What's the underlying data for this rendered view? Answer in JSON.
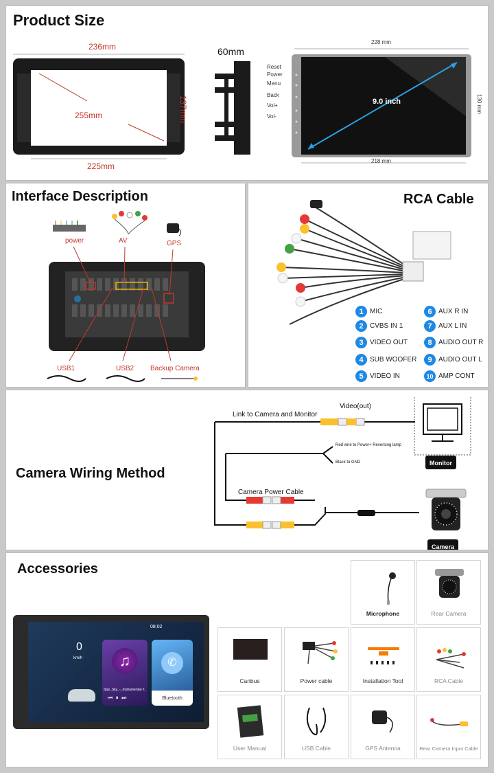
{
  "sections": {
    "product_size": {
      "title": "Product Size",
      "frame_width_top": "236mm",
      "frame_diag": "255mm",
      "frame_width_bottom": "225mm",
      "frame_height": "137mm",
      "depth": "60mm",
      "screen_width_top": "228 mm",
      "screen_width_bottom": "218 mm",
      "screen_height": "130 mm",
      "screen_diag": "9.0 inch",
      "side_buttons": [
        "Reset",
        "Power",
        "Menu",
        "Back",
        "Vol+",
        "Vol-"
      ]
    },
    "interface": {
      "title": "Interface Description",
      "labels": {
        "power": "power",
        "av": "AV",
        "gps": "GPS",
        "usb1": "USB1",
        "usb2": "USB2",
        "backup": "Backup Camera"
      }
    },
    "rca": {
      "title": "RCA Cable",
      "legend": [
        {
          "n": "1",
          "label": "MIC"
        },
        {
          "n": "2",
          "label": "CVBS IN 1"
        },
        {
          "n": "3",
          "label": "VIDEO OUT"
        },
        {
          "n": "4",
          "label": "SUB WOOFER"
        },
        {
          "n": "5",
          "label": "VIDEO IN"
        },
        {
          "n": "6",
          "label": "AUX R IN"
        },
        {
          "n": "7",
          "label": "AUX L IN"
        },
        {
          "n": "8",
          "label": "AUDIO OUT R"
        },
        {
          "n": "9",
          "label": "AUDIO OUT L"
        },
        {
          "n": "10",
          "label": "AMP CONT"
        }
      ]
    },
    "camera": {
      "title": "Camera Wiring Method",
      "video_out": "Video(out)",
      "link": "Link to Camera and Monitor",
      "red_wire": "Red wire to Power+ Reversing lamp",
      "black_wire": "Black to GND",
      "power_cable": "Camera Power Cable",
      "monitor": "Monitor",
      "camera": "Camera"
    },
    "accessories": {
      "title": "Accessories",
      "items": [
        {
          "label": "Microphone"
        },
        {
          "label": "Rear Camera"
        },
        {
          "label": "Canbus"
        },
        {
          "label": "Power cable"
        },
        {
          "label": "Installation Tool"
        },
        {
          "label": "RCA Cable"
        },
        {
          "label": "User Manual"
        },
        {
          "label": "USB Cable"
        },
        {
          "label": "GPS Antenna"
        },
        {
          "label": "Rear Camera Input Cable"
        }
      ],
      "device": {
        "time": "08:02",
        "speed": "0",
        "speed_unit": "km/h",
        "song": "Star_Sky_-_Instrumental-T...",
        "bluetooth": "Bluetooth"
      }
    }
  }
}
